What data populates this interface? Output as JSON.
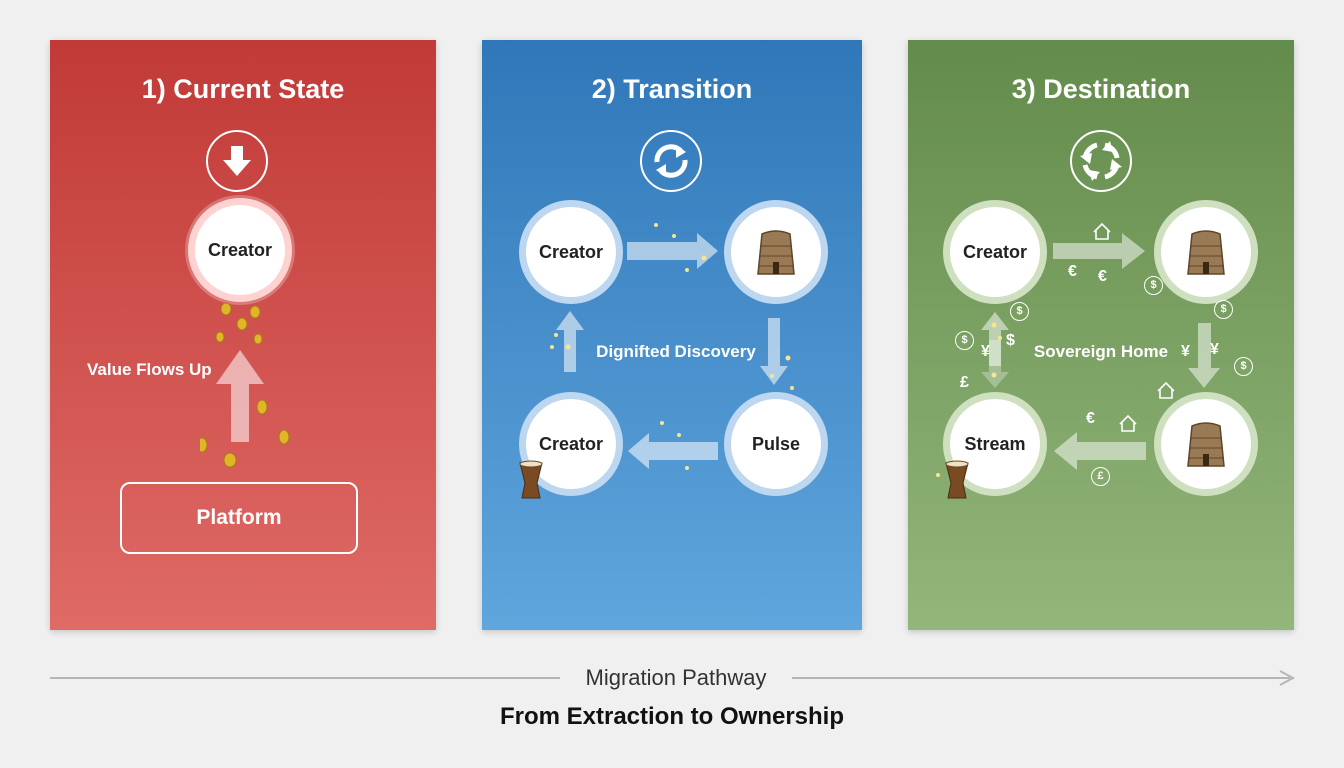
{
  "panels": [
    {
      "title": "1) Current State",
      "creator_label": "Creator",
      "flow_label": "Value Flows Up",
      "platform_label": "Platform"
    },
    {
      "title": "2) Transition",
      "nodes": [
        "Creator",
        "Creator",
        "Pulse"
      ],
      "center_label": "Dignifted Discovery"
    },
    {
      "title": "3) Destination",
      "nodes": [
        "Creator",
        "Stream"
      ],
      "center_label": "Sovereign Home"
    }
  ],
  "footer": {
    "pathway_label": "Migration Pathway",
    "tagline": "From Extraction to Ownership"
  },
  "colors": {
    "current_state": "#c13a37",
    "transition": "#3077b9",
    "destination": "#638b4b"
  },
  "icons": [
    "down-arrow-icon",
    "sync-icon",
    "cycle-icon",
    "coin-icon",
    "tower-icon",
    "drum-icon",
    "house-icon",
    "currency-icon"
  ]
}
